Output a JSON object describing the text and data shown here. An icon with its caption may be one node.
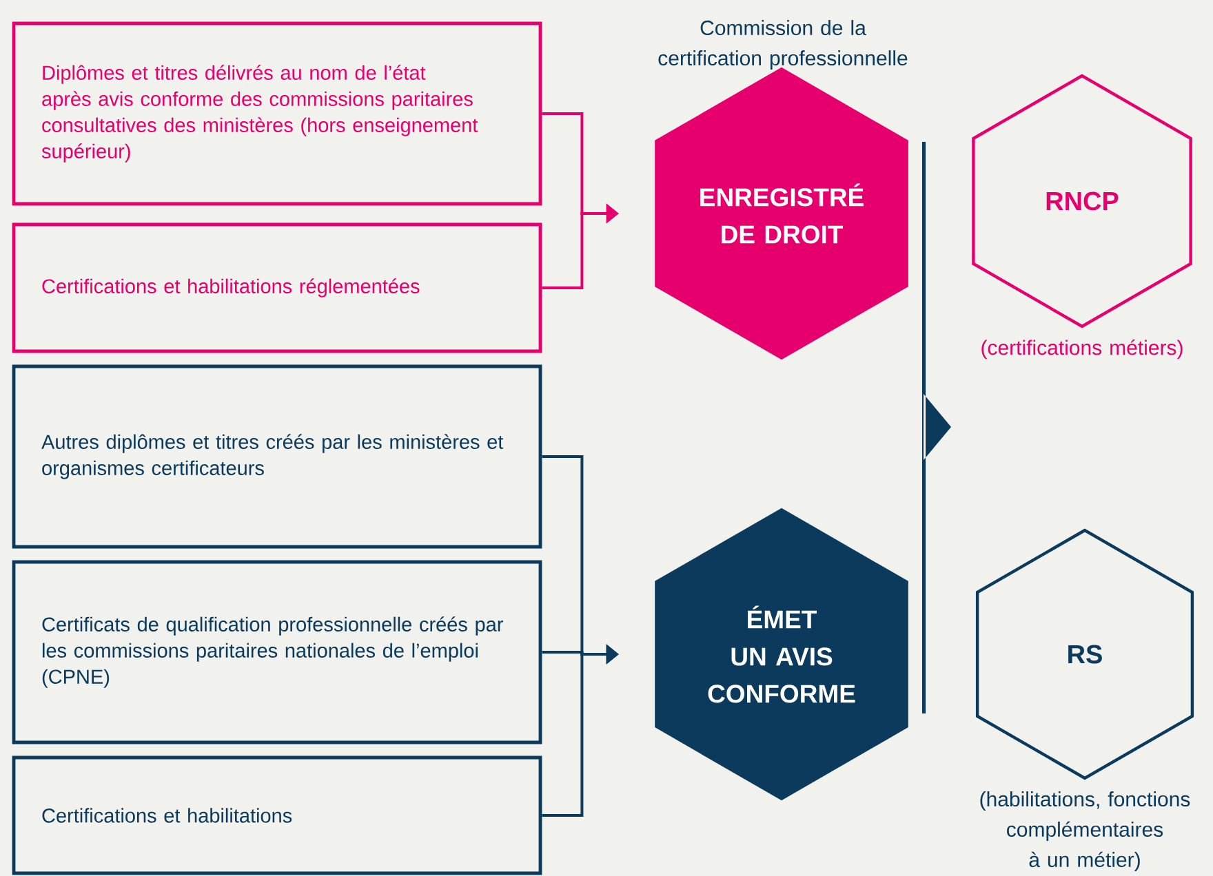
{
  "diagram": {
    "nodes": [
      {
        "text": [
          "Diplômes et titres délivrés au nom de l’état après avis conforme des commissions paritaires consultatives des ministères (hors enseignement supérieur)"
        ]
      },
      {
        "text": [
          "Certifications et habilitations réglementées"
        ]
      },
      {
        "text": [
          "Autres diplômes et titres créés par les ministères et organismes certificateurs"
        ]
      },
      {
        "text": [
          "Certificats de qualification professionnelle créés par les commissions paritaires nationales de l’emploi (CPNE)"
        ]
      },
      {
        "text": [
          "Certifications et habilitations"
        ]
      },
      {
        "text": [
          "ENREGISTRÉ DE DROIT"
        ]
      },
      {
        "text": [
          "ÉMET UN AVIS CONFORME"
        ]
      },
      {
        "text": [
          "RNCP"
        ],
        "beside": [
          "(certifications métiers)"
        ]
      },
      {
        "text": [
          "RS"
        ],
        "beside": [
          "(habilitations, fonctions complémentaires à un métier)"
        ]
      }
    ],
    "edges": [
      {
        "from": 0,
        "to": 5,
        "arrow": "to",
        "color": "#e5006d"
      },
      {
        "from": 1,
        "to": 5,
        "arrow": "to",
        "color": "#e5006d"
      },
      {
        "from": 2,
        "to": 6,
        "arrow": "to"
      },
      {
        "from": 3,
        "to": 6,
        "arrow": "to"
      },
      {
        "from": 4,
        "to": 6,
        "arrow": "to"
      }
    ],
    "labels": [
      "Commission de la certification professionnelle"
    ]
  }
}
